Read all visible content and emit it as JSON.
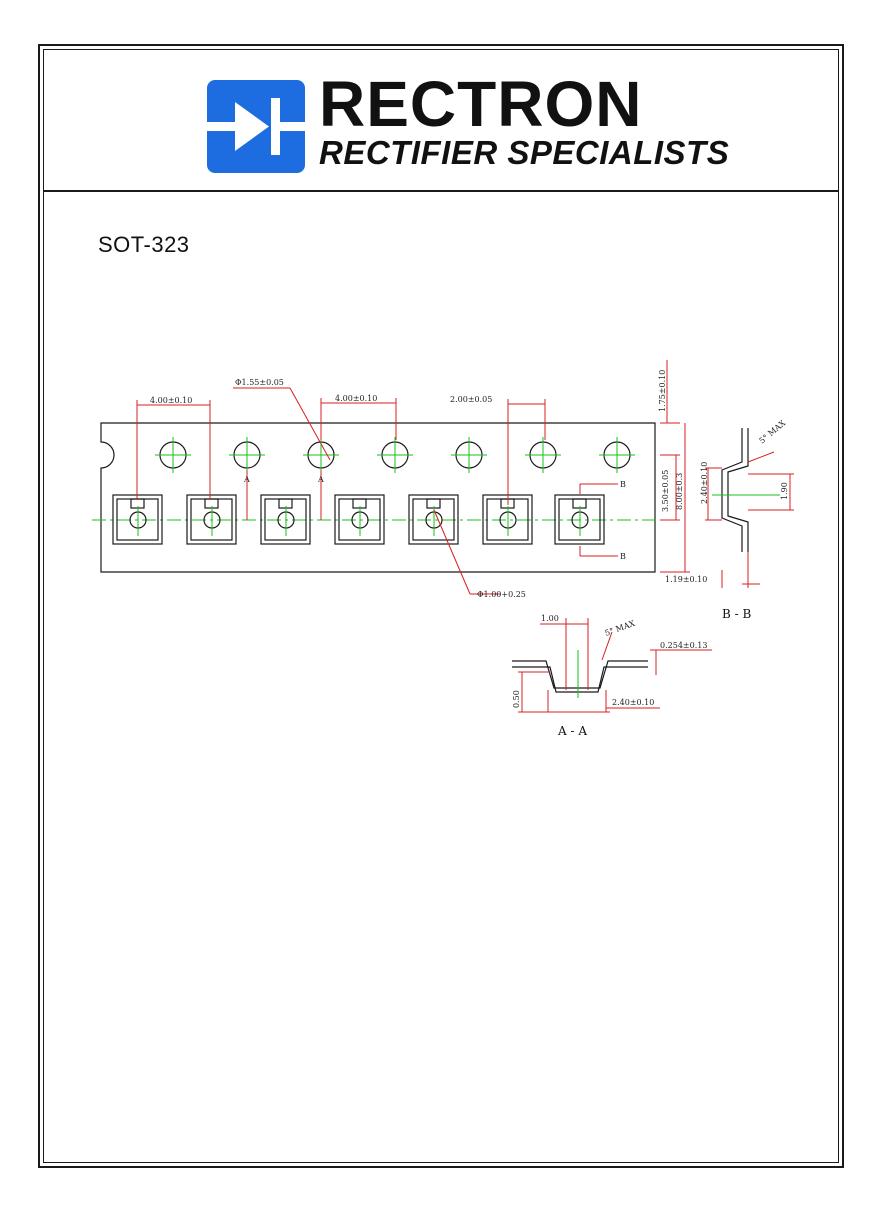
{
  "brand": {
    "name": "RECTRON",
    "tagline": "RECTIFIER SPECIALISTS",
    "color": "#1d6de0"
  },
  "title": "SOT-323",
  "dimensions": {
    "hole_pitch": "4.00±0.10",
    "hole_diameter": "Φ1.55±0.05",
    "pocket_pitch": "4.00±0.10",
    "hole_to_pocket": "2.00±0.05",
    "edge_to_hole": "1.75±0.10",
    "hole_to_center": "3.50±0.05",
    "tape_width": "8.00±0.3",
    "pocket_hole": "Φ1.00+0.25",
    "pocket_depth_b": "1.19±0.10",
    "pocket_length": "2.40±0.10",
    "pocket_inner_b": "1.90",
    "angle_b": "5° MAX",
    "aa_width": "1.00",
    "aa_angle": "5° MAX",
    "thickness": "0.254±0.13",
    "aa_depth": "0.50",
    "aa_pocket": "2.40±0.10"
  },
  "markers": {
    "a": "A",
    "b": "B"
  },
  "sections": {
    "bb": "B - B",
    "aa": "A - A"
  },
  "colors": {
    "outline": "#1a1a1a",
    "dimension": "#d62020",
    "centerline": "#19c219"
  }
}
